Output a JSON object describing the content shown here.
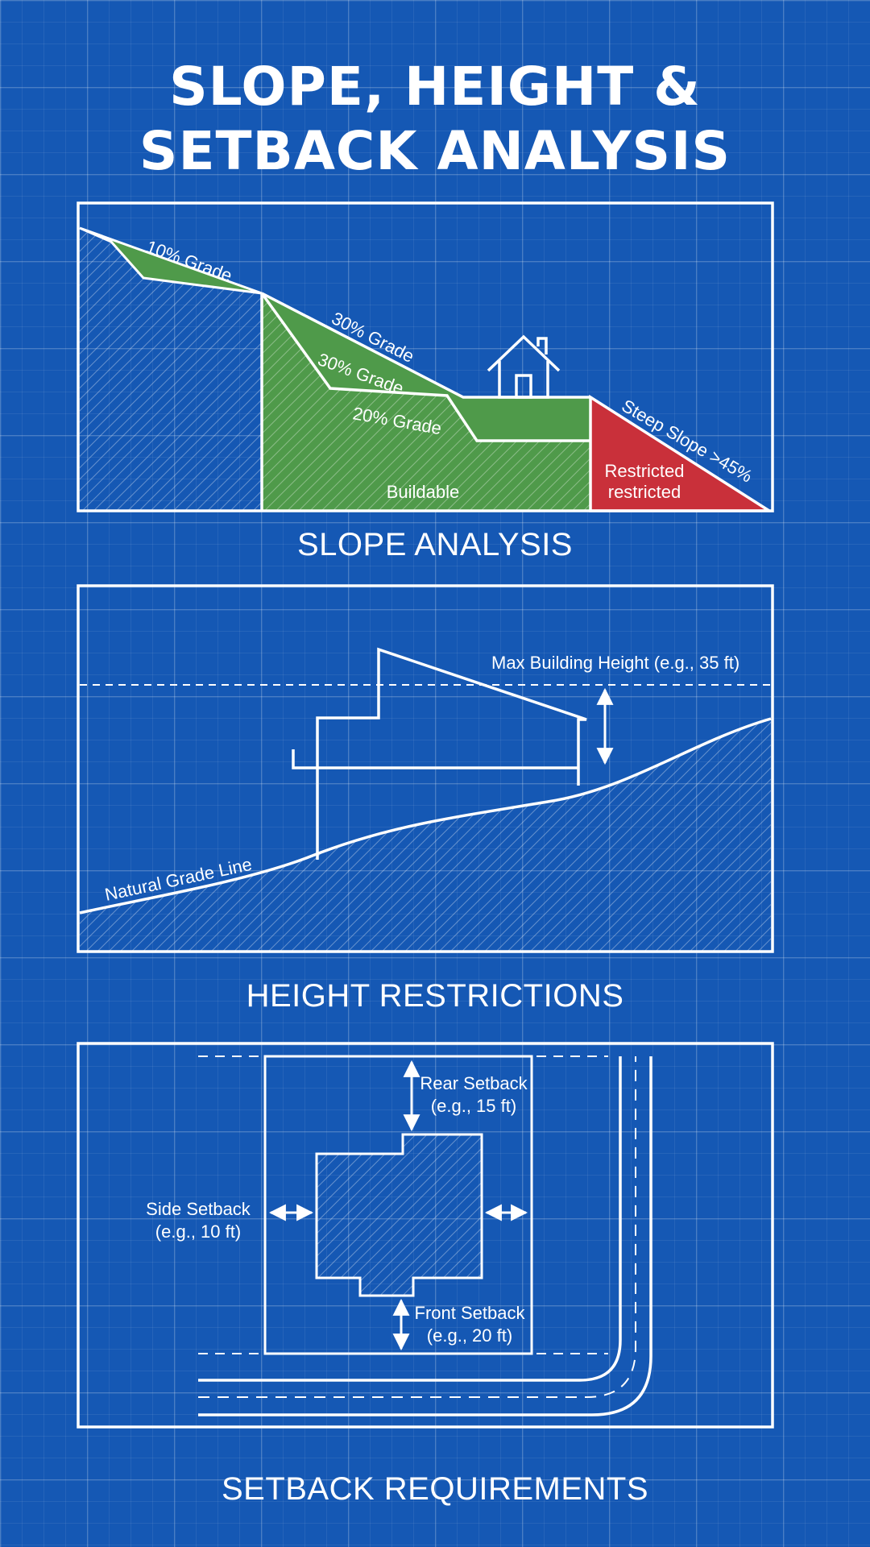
{
  "title": {
    "line1": "SLOPE, HEIGHT &",
    "line2": "SETBACK ANALYSIS"
  },
  "slope_panel": {
    "labels": {
      "grade_10": "10% Grade",
      "grade_30_upper": "30% Grade",
      "grade_30_lower": "30% Grade",
      "grade_20": "20% Grade",
      "buildable": "Buildable",
      "steep": "Steep Slope >45%",
      "restricted_1": "Restricted",
      "restricted_2": "restricted"
    },
    "caption": "SLOPE ANALYSIS",
    "colors": {
      "buildable": "#4f9a4a",
      "restricted": "#c9303a"
    }
  },
  "height_panel": {
    "labels": {
      "max_height": "Max Building Height (e.g., 35 ft)",
      "grade_line": "Natural Grade Line"
    },
    "caption": "HEIGHT RESTRICTIONS"
  },
  "setback_panel": {
    "labels": {
      "rear_1": "Rear Setback",
      "rear_2": "(e.g., 15 ft)",
      "side_1": "Side Setback",
      "side_2": "(e.g., 10 ft)",
      "front_1": "Front Setback",
      "front_2": "(e.g., 20 ft)"
    },
    "caption": "SETBACK REQUIREMENTS"
  },
  "colors": {
    "background": "#1558b4",
    "line": "#ffffff"
  },
  "icons": {
    "house": "house-icon"
  }
}
